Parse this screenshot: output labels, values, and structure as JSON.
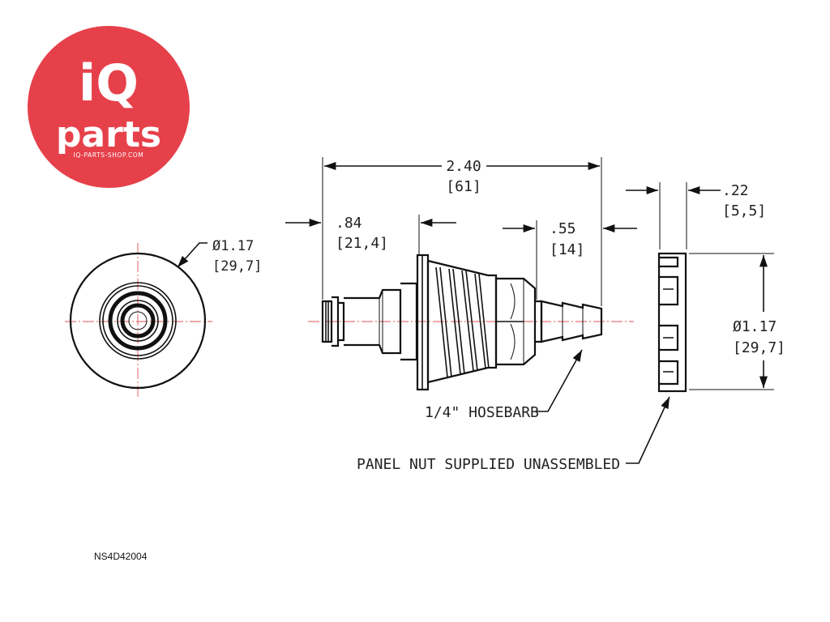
{
  "logo": {
    "brand_top": "iQ",
    "brand_bottom": "parts",
    "url": "IQ-PARTS-SHOP.COM",
    "color": "#e6414b"
  },
  "dimensions": {
    "overall_length_in": "2.40",
    "overall_length_mm": "[61]",
    "insert_length_in": ".84",
    "insert_length_mm": "[21,4]",
    "barb_length_in": ".55",
    "barb_length_mm": "[14]",
    "nut_width_in": ".22",
    "nut_width_mm": "[5,5]",
    "end_view_dia_in": "Ø1.17",
    "end_view_dia_mm": "[29,7]",
    "nut_dia_in": "Ø1.17",
    "nut_dia_mm": "[29,7]"
  },
  "callouts": {
    "hosebarb": "1/4\" HOSEBARB",
    "panel_nut": "PANEL NUT SUPPLIED UNASSEMBLED"
  },
  "part_number": "NS4D42004",
  "colors": {
    "centerline": "#e05050",
    "line": "#111111"
  }
}
